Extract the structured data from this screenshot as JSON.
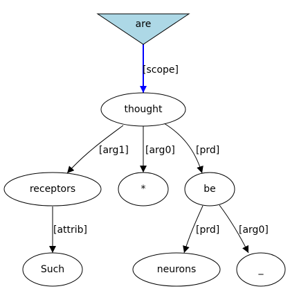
{
  "colors": {
    "root_fill": "#add8e6",
    "scope_edge": "#0000ff",
    "edge": "#000000",
    "node_stroke": "#000000"
  },
  "nodes": {
    "are": "are",
    "thought": "thought",
    "receptors": "receptors",
    "star": "*",
    "be": "be",
    "such": "Such",
    "neurons": "neurons",
    "underscore": "_"
  },
  "edges": {
    "are_thought": "[scope]",
    "thought_receptors": "[arg1]",
    "thought_star": "[arg0]",
    "thought_be": "[prd]",
    "receptors_such": "[attrib]",
    "be_neurons": "[prd]",
    "be_underscore": "[arg0]"
  }
}
